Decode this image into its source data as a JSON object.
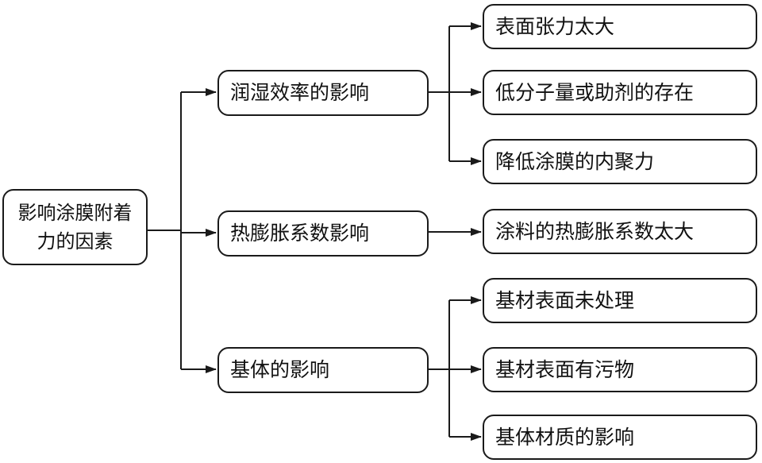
{
  "root": {
    "line1": "影响涂膜附着",
    "line2": "力的因素"
  },
  "categories": [
    {
      "label": "润湿效率的影响",
      "children": [
        "表面张力太大",
        "低分子量或助剂的存在",
        "降低涂膜的内聚力"
      ]
    },
    {
      "label": "热膨胀系数影响",
      "children": [
        "涂料的热膨胀系数太大"
      ]
    },
    {
      "label": "基体的影响",
      "children": [
        "基材表面未处理",
        "基材表面有污物",
        "基体材质的影响"
      ]
    }
  ]
}
